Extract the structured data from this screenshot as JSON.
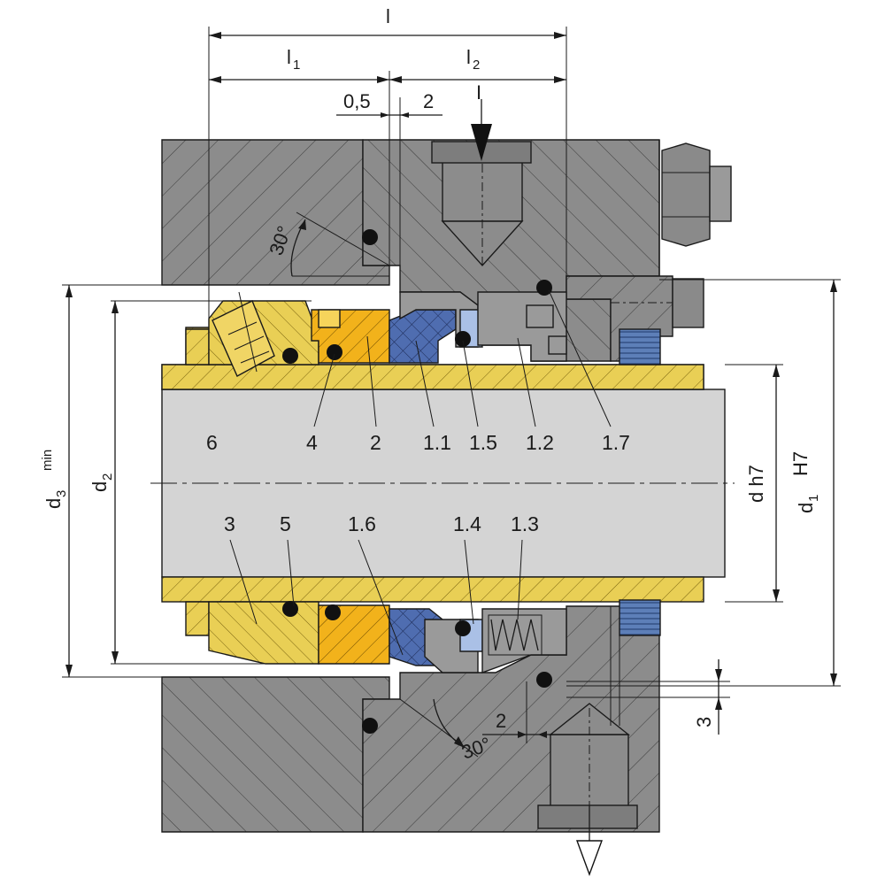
{
  "colors": {
    "housing": "#8c8c8c",
    "housing_dark": "#6f6f6f",
    "shaft": "#d4d4d4",
    "sleeve": "#e9cf55",
    "sleeve_dark": "#d7b12a",
    "stationary_ring": "#f2b21b",
    "seal_face": "#4f6db0",
    "spring_clip": "#aac0e6",
    "oring": "#111111",
    "screw_blue": "#5d7fb8"
  },
  "dimensions": {
    "l": "l",
    "l1": "l",
    "l1_sub": "1",
    "l2": "l",
    "l2_sub": "2",
    "gap_05": "0,5",
    "gap_2_top": "2",
    "gap_2_bottom": "2",
    "three": "3",
    "angle_top": "30°",
    "angle_bottom": "30°",
    "d3": "d",
    "d3_sub": "3",
    "d3_min": "min",
    "d2": "d",
    "d2_sub": "2",
    "d_h7": "d  h7",
    "h7": "H7",
    "d1": "d",
    "d1_sub": "1"
  },
  "part_labels_top": [
    "6",
    "4",
    "2",
    "1.1",
    "1.5",
    "1.2",
    "1.7"
  ],
  "part_labels_bottom": [
    "3",
    "5",
    "1.6",
    "1.4",
    "1.3"
  ],
  "flow_marks": {
    "inlet_symbol": "I",
    "inlet_arrow": "inlet-arrow-icon",
    "outlet_arrow": "outlet-arrow-icon"
  }
}
